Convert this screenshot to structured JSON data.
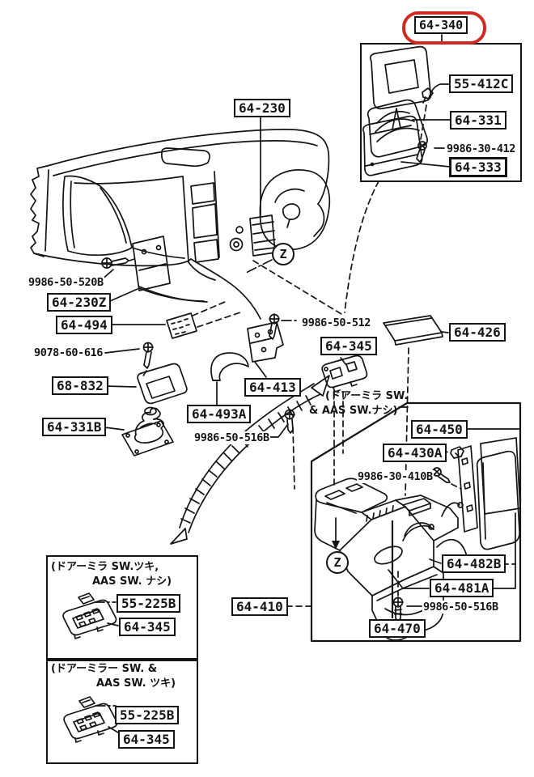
{
  "colors": {
    "ink": "#141414",
    "highlight_red": "#cf2a21",
    "background": "#ffffff"
  },
  "highlighted_part": "64-340",
  "labels": {
    "l64_340": "64-340",
    "l55_412c": "55-412C",
    "l64_331": "64-331",
    "l9986_30_412": "9986-30-412",
    "l64_333": "64-333",
    "l64_230": "64-230",
    "l9986_50_520b": "9986-50-520B",
    "l64_230z": "64-230Z",
    "l64_494": "64-494",
    "l9078_60_616": "9078-60-616",
    "l68_832": "68-832",
    "l64_331b": "64-331B",
    "l9986_50_512": "9986-50-512",
    "l64_345": "64-345",
    "l64_426": "64-426",
    "l64_413": "64-413",
    "l64_493a": "64-493A",
    "l9986_50_516b_upper": "9986-50-516B",
    "l64_450": "64-450",
    "l64_430a": "64-430A",
    "l9986_30_410b": "9986-30-410B",
    "l64_482b": "64-482B",
    "l64_481a": "64-481A",
    "l9986_50_516b_lower": "9986-50-516B",
    "l64_410": "64-410",
    "l64_470": "64-470",
    "l55_225b_upper": "55-225B",
    "l64_345_variant_upper": "64-345",
    "l55_225b_lower": "55-225B",
    "l64_345_variant_lower": "64-345"
  },
  "notes": {
    "console_variant": {
      "line1": "(ドアーミラ SW.",
      "line2": "& AAS SW.ナシ)"
    },
    "variant_box_1": {
      "line1": "(ドアーミラ SW.ツキ,",
      "line2": "AAS SW. ナシ)"
    },
    "variant_box_2": {
      "line1": "(ドアーミラー SW. &",
      "line2": "AAS SW. ツキ)"
    }
  },
  "zone_marker": "Z"
}
